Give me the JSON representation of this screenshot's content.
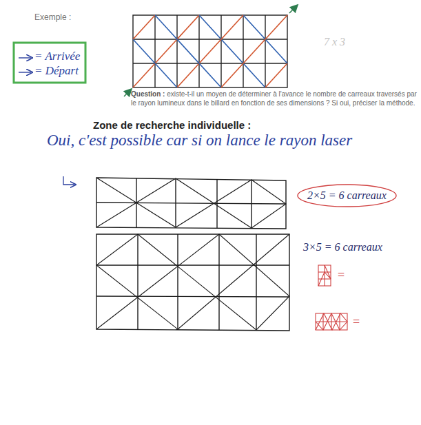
{
  "diagram": {
    "nodes": [
      {
        "text": [
          "2×5 = 6 carreaux"
        ]
      }
    ],
    "labels": [
      "Exemple :",
      "7 x 3",
      "Question :",
      "existe-t-il un moyen de déterminer à l'avance le nombre de carreaux traversés par le rayon lumineux dans le billard en fonction de ses dimensions ? Si oui, préciser la méthode.",
      "Zone de recherche individuelle :",
      "Oui, c'est possible car si on lance le rayon laser",
      "3×5 = 6 carreaux",
      "=",
      "="
    ],
    "legend": [
      {
        "text": "= Arrivée"
      },
      {
        "text": "= Départ"
      }
    ]
  }
}
